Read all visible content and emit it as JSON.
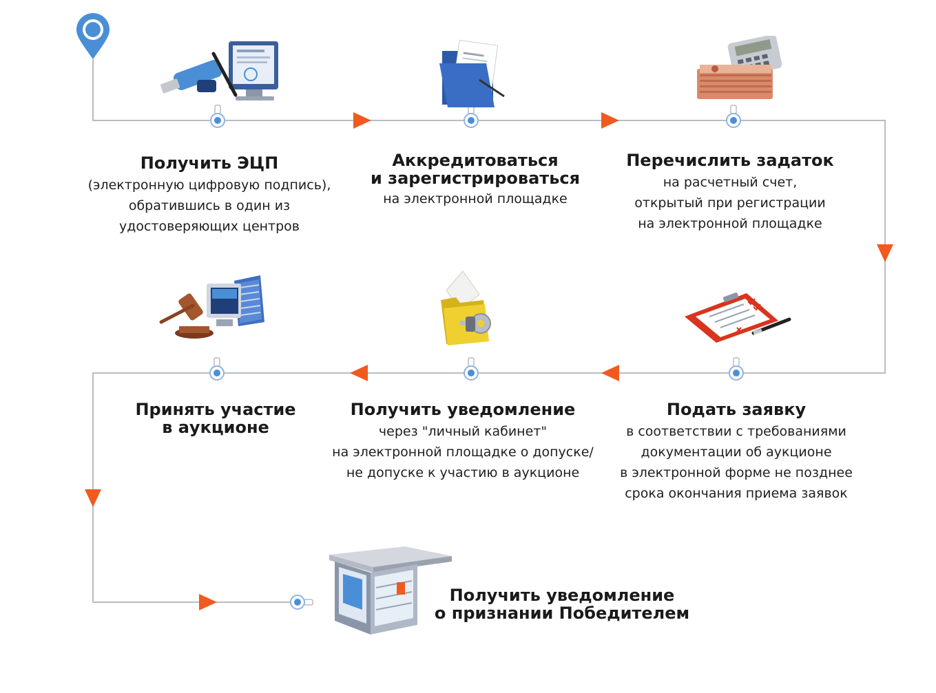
{
  "colors": {
    "line": "#b9bcc2",
    "arrow": "#f05a1e",
    "node_ring": "#4a8fd6",
    "pin": "#4a8fd6"
  },
  "icons": {
    "start": "location-pin-icon",
    "step1": "usb-token-and-signed-certificate-icon",
    "step2": "document-folder-icon",
    "step3": "calculator-and-banknotes-icon",
    "step4": "clipboard-checklist-icon",
    "step5": "envelope-in-folder-with-key-icon",
    "step6": "auction-gavel-and-computer-icon",
    "final": "kiosk-icon"
  },
  "steps": [
    {
      "title": [
        "Получить ЭЦП"
      ],
      "desc": [
        "(электронную цифровую подпись),",
        "обратившись в один из",
        "удостоверяющих центров"
      ]
    },
    {
      "title": [
        "Аккредитоваться",
        "и зарегистрироваться"
      ],
      "desc": [
        "на электронной площадке"
      ]
    },
    {
      "title": [
        "Перечислить задаток"
      ],
      "desc": [
        "на расчетный счет,",
        "открытый при регистрации",
        "на электронной площадке"
      ]
    },
    {
      "title": [
        "Подать заявку"
      ],
      "desc": [
        "в соответствии с требованиями",
        "документации об аукционе",
        "в электронной форме не позднее",
        "срока окончания приема заявок"
      ]
    },
    {
      "title": [
        "Получить уведомление"
      ],
      "desc": [
        "через \"личный кабинет\"",
        "на электронной площадке о допуске/",
        "не допуске к участию в аукционе"
      ]
    },
    {
      "title": [
        "Принять участие",
        "в аукционе"
      ],
      "desc": []
    }
  ],
  "final": {
    "title": [
      "Получить уведомление",
      "о признании Победителем"
    ]
  }
}
